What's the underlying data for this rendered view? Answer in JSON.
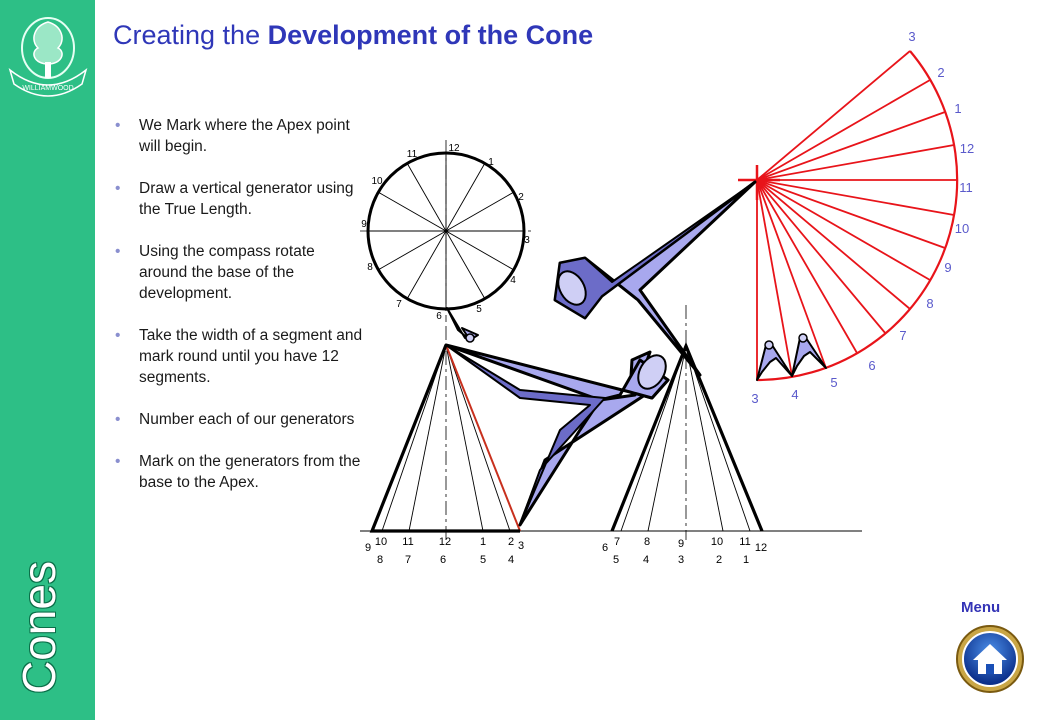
{
  "sidebar": {
    "title": "Cones",
    "logo_text": "WILLIAMWOOD"
  },
  "header": {
    "title_plain": "Creating the ",
    "title_bold": "Development of the Cone"
  },
  "steps": [
    "We Mark where the Apex point will begin.",
    "Draw a vertical generator using the True Length.",
    "Using the compass rotate around the base of the development.",
    "Take the width of a segment and mark round until you have 12 segments.",
    "Number each of our generators",
    "Mark on the generators from the base to the Apex."
  ],
  "diagram": {
    "plan_labels": [
      "12",
      "1",
      "2",
      "3",
      "4",
      "5",
      "6",
      "7",
      "8",
      "9",
      "10",
      "11"
    ],
    "front_top_labels": [
      "10",
      "11",
      "12",
      "1",
      "2"
    ],
    "front_bottom_labels": [
      "8",
      "7",
      "6",
      "5",
      "4"
    ],
    "front_side_labels": [
      "9",
      "3"
    ],
    "side_top_labels": [
      "7",
      "8",
      "9",
      "10",
      "11"
    ],
    "side_bottom_labels": [
      "5",
      "4",
      "3",
      "2",
      "1"
    ],
    "side_side_labels": [
      "6",
      "12"
    ],
    "development_labels": [
      "3",
      "4",
      "5",
      "6",
      "7",
      "8",
      "9",
      "10",
      "11",
      "12",
      "1",
      "2",
      "3"
    ]
  },
  "menu": {
    "label": "Menu"
  },
  "colors": {
    "sidebar": "#2dbf86",
    "title": "#2f37b8",
    "development": "#e8141a",
    "dev_labels": "#5a5acb",
    "compass_fill": "#a8a8ee"
  }
}
